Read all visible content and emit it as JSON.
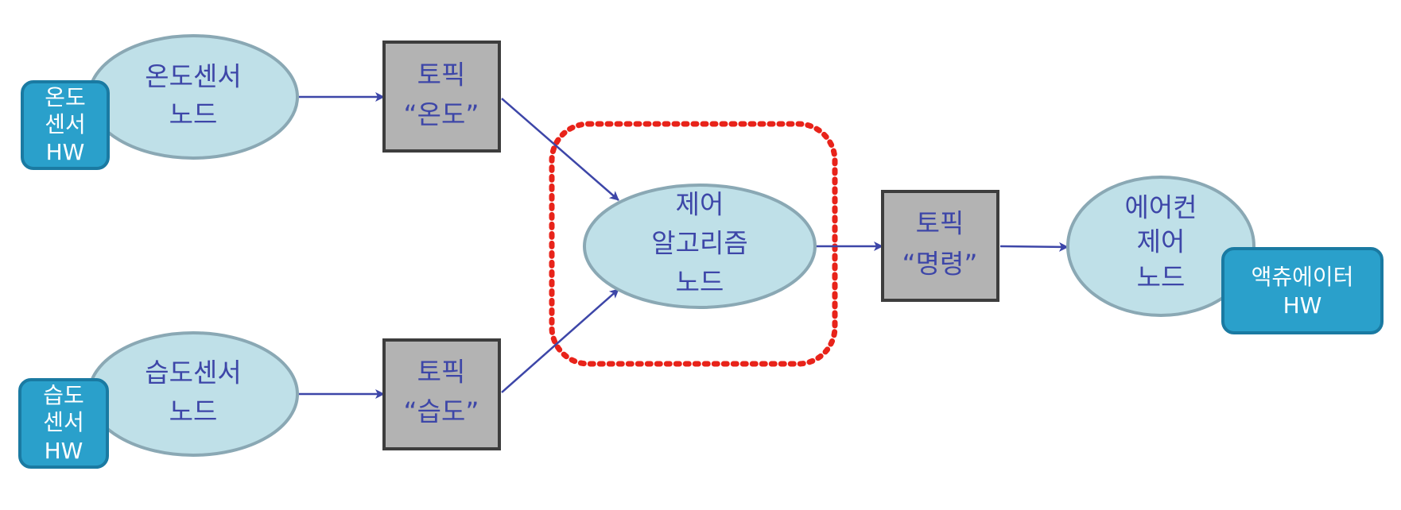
{
  "nodes": {
    "temp_sensor_node": {
      "lines": [
        "온도센서",
        "노드"
      ]
    },
    "humidity_sensor_node": {
      "lines": [
        "습도센서",
        "노드"
      ]
    },
    "control_algorithm_node": {
      "lines": [
        "제어",
        "알고리즘",
        "노드"
      ]
    },
    "aircon_control_node": {
      "lines": [
        "에어컨",
        "제어",
        "노드"
      ]
    }
  },
  "topics": {
    "temperature": {
      "lines": [
        "토픽",
        "“온도”"
      ]
    },
    "humidity": {
      "lines": [
        "토픽",
        "“습도”"
      ]
    },
    "command": {
      "lines": [
        "토픽",
        "“명령”"
      ]
    }
  },
  "hardware": {
    "temp_sensor_hw": {
      "lines": [
        "온도",
        "센서",
        "HW"
      ]
    },
    "humidity_sensor_hw": {
      "lines": [
        "습도",
        "센서",
        "HW"
      ]
    },
    "actuator_hw": {
      "lines": [
        "액츄에이터",
        "HW"
      ]
    }
  },
  "colors": {
    "node_fill": "#bfe0e8",
    "node_stroke": "#8aa8b4",
    "topic_fill": "#b3b3b3",
    "topic_stroke": "#3d3d3d",
    "hw_fill": "#2aa0cb",
    "text_color": "#3d46a8",
    "arrow_color": "#3d46a8",
    "highlight_color": "#e8231a"
  }
}
